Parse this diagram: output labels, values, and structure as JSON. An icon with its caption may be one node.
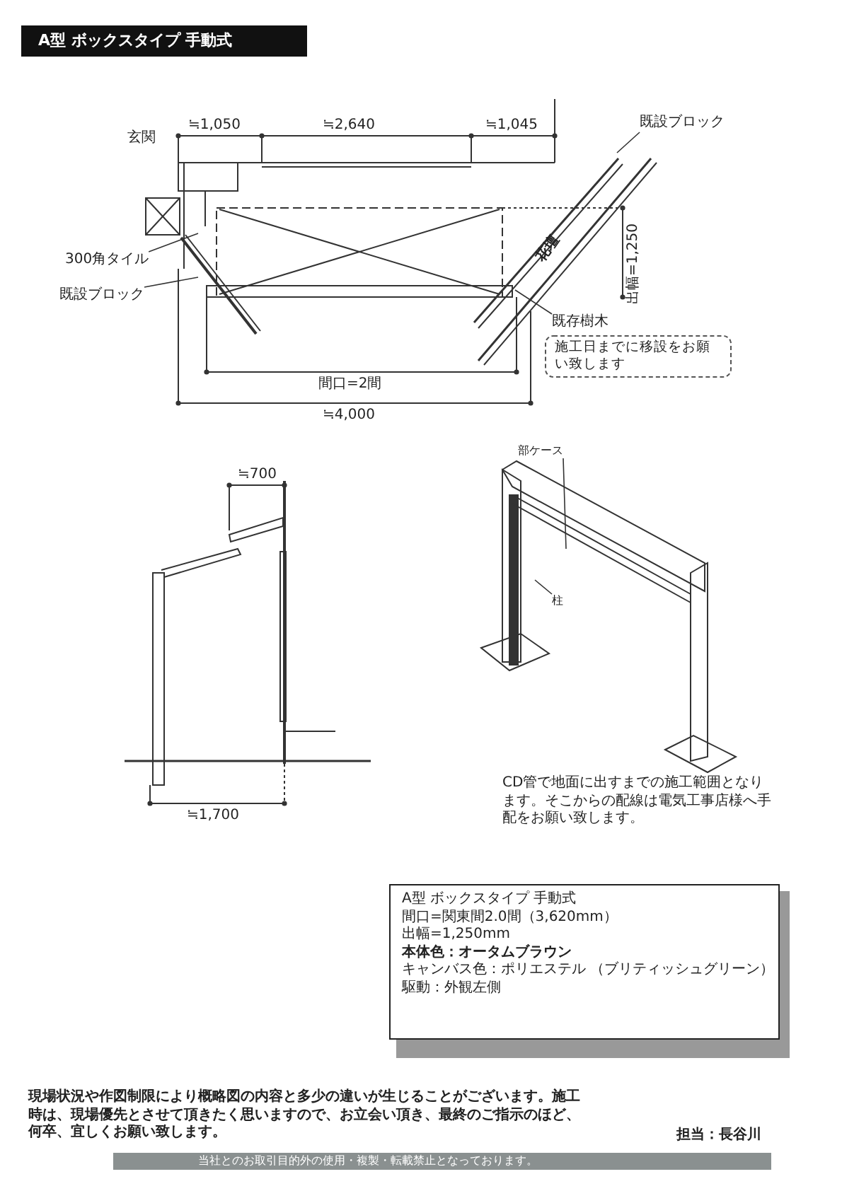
{
  "diagram": {
    "nodes": [
      {
        "text": [
          "A型 ボックスタイプ 手動式"
        ]
      },
      {
        "text": [
          "既設ブロック"
        ]
      },
      {
        "text": [
          "300角タイル"
        ]
      },
      {
        "text": [
          "既設ブロック"
        ]
      },
      {
        "text": [
          "既存樹木"
        ]
      },
      {
        "text": [
          "施工日までに移設をお願い致します"
        ]
      },
      {
        "text": [
          "部ケース"
        ]
      },
      {
        "text": [
          "柱"
        ]
      },
      {
        "text": [
          "A型 ボックスタイプ 手動式",
          "間口=関東間2.0間（3,620mm）",
          "出幅=1,250mm",
          "本体色：オータムブラウン",
          "キャンバス色：ポリエステル （ブリティッシュグリーン）",
          "駆動：外観左側"
        ]
      }
    ],
    "edges": [
      {
        "from": 1,
        "to": null,
        "arrow": "none"
      },
      {
        "from": 2,
        "to": null,
        "arrow": "none"
      },
      {
        "from": 3,
        "to": null,
        "arrow": "none"
      },
      {
        "from": 4,
        "to": null,
        "arrow": "none"
      },
      {
        "from": 6,
        "to": null,
        "arrow": "none"
      },
      {
        "from": 7,
        "to": null,
        "arrow": "none"
      }
    ],
    "labels": [
      "≒1,050",
      "≒2,640",
      "≒1,045",
      "玄関",
      "花壇",
      "出幅=1,250",
      "間口=2間",
      "≒4,000",
      "≒700",
      "≒1,700",
      "CD管で地面に出すまでの施工範囲となります。そこからの配線は電気工事店様へ手配をお願い致します。",
      "現場状況や作図制限により概略図の内容と多少の違いが生じることがございます。施工時は、現場優先とさせて頂きたく思いますので、お立会い頂き、最終のご指示のほど、何卒、宜しくお願い致します。",
      "担当：長谷川",
      "当社とのお取引目的外の使用・複製・転載禁止となっております。"
    ]
  }
}
